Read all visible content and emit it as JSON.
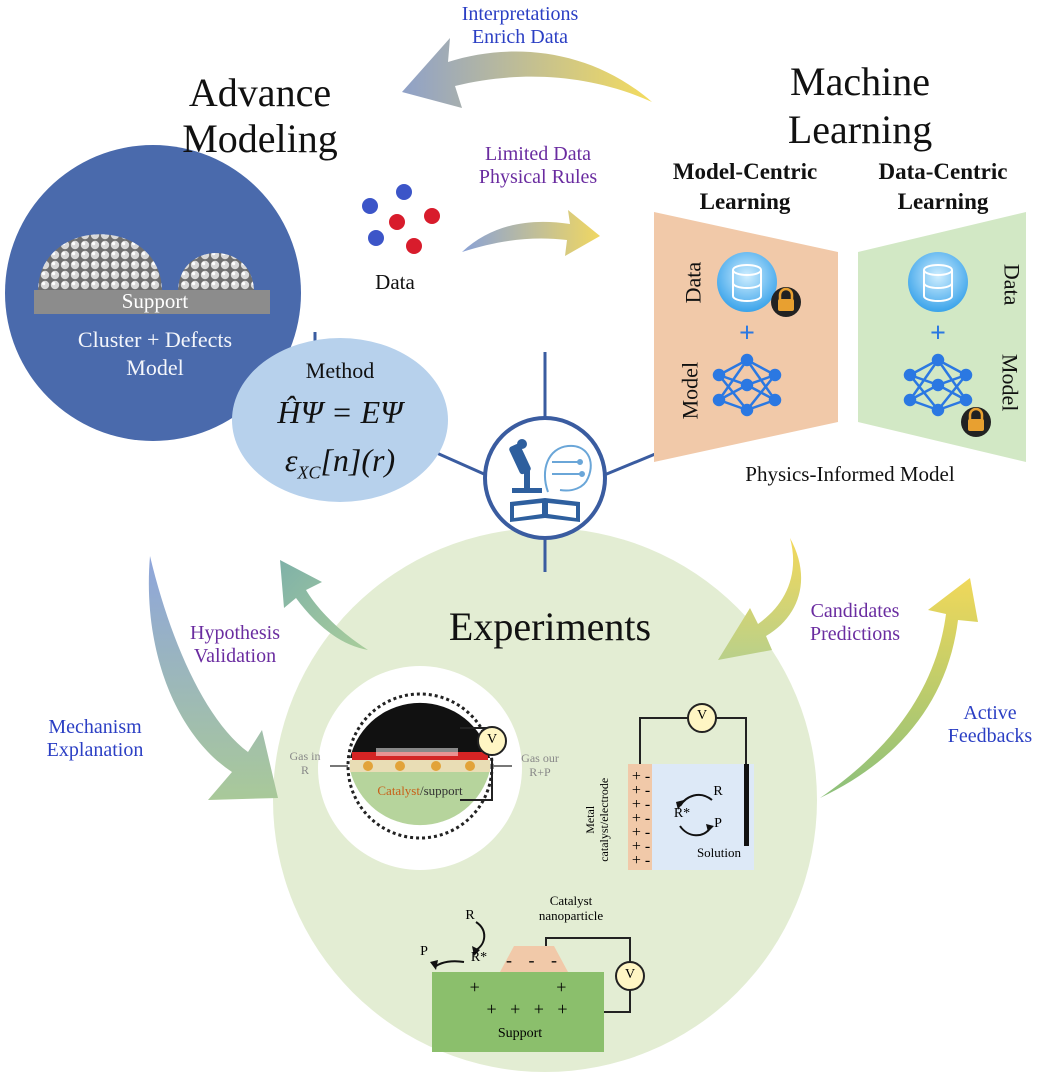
{
  "labels": {
    "interpretations": "Interpretations\nEnrich Data",
    "advance_modeling": "Advance\nModeling",
    "machine_learning": "Machine\nLearning",
    "limited_data": "Limited Data\nPhysical Rules",
    "model_centric": "Model-Centric\nLearning",
    "data_centric": "Data-Centric\nLearning",
    "data": "Data",
    "support": "Support",
    "cluster_model": "Cluster + Defects\nModel",
    "method": "Method",
    "eq1": "ĤΨ = EΨ",
    "eq2": "ε",
    "eq2_sub": "XC",
    "eq2_rest": "[n](r)",
    "physics_informed": "Physics-Informed Model",
    "left_data": "Data",
    "left_model": "Model",
    "right_data": "Data",
    "right_model": "Model",
    "experiments": "Experiments",
    "hypothesis": "Hypothesis\nValidation",
    "candidates": "Candidates\nPredictions",
    "mechanism": "Mechanism\nExplanation",
    "active_feedbacks": "Active\nFeedbacks",
    "gas_in": "Gas in\nR",
    "gas_out": "Gas our\nR+P",
    "catalyst": "Catalyst",
    "slash_support": "/support",
    "v": "V",
    "metal_electrode": "Metal\ncatalyst/electrode",
    "solution": "Solution",
    "r": "R",
    "r_star": "R*",
    "p": "P",
    "catalyst_np": "Catalyst\nnanoparticle",
    "support_bottom": "Support"
  },
  "colors": {
    "blue_circle": "#4a6aac",
    "method_ellipse": "#b7d1ec",
    "experiments_circle": "#e3edd3",
    "model_centric_panel": "#f1c9a9",
    "data_centric_panel": "#d2e8c5",
    "net_blue": "#2b78e2",
    "support_green": "#8bbf6c"
  },
  "icons": [
    "database-icon",
    "lock-icon",
    "plus-icon",
    "neural-network-icon",
    "microscope-icon",
    "brain-icon",
    "book-icon",
    "voltmeter-icon"
  ]
}
